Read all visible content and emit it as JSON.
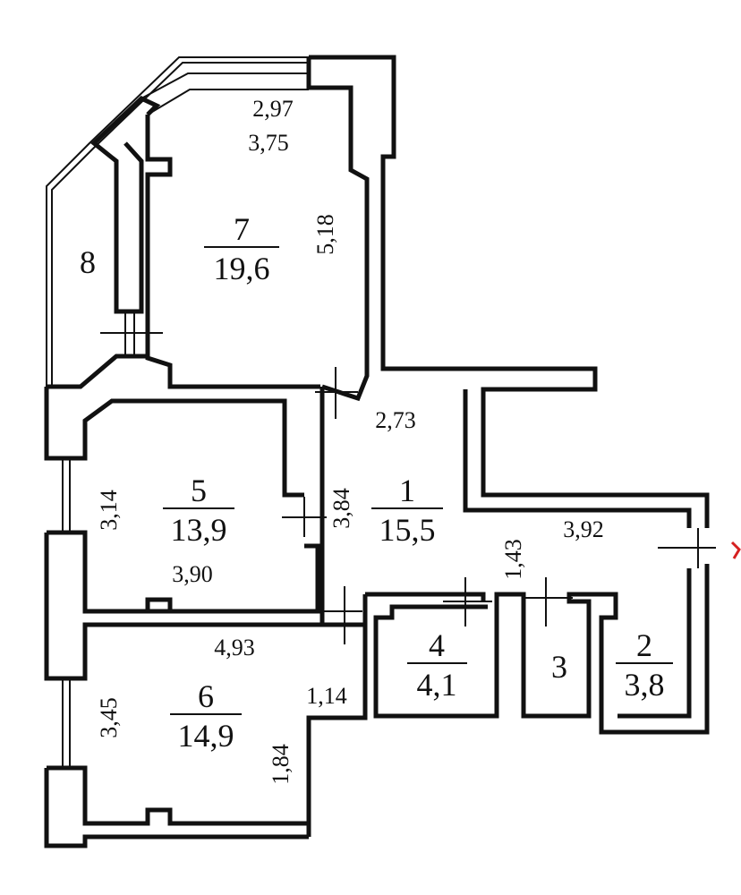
{
  "rooms": [
    {
      "id": "room-7",
      "number": "7",
      "area": "19,6"
    },
    {
      "id": "room-8",
      "number": "8",
      "area": ""
    },
    {
      "id": "room-5",
      "number": "5",
      "area": "13,9"
    },
    {
      "id": "room-1",
      "number": "1",
      "area": "15,5"
    },
    {
      "id": "room-6",
      "number": "6",
      "area": "14,9"
    },
    {
      "id": "room-4",
      "number": "4",
      "area": "4,1"
    },
    {
      "id": "room-3",
      "number": "3",
      "area": ""
    },
    {
      "id": "room-2",
      "number": "2",
      "area": "3,8"
    }
  ],
  "dimensions": {
    "d_297": "2,97",
    "d_375": "3,75",
    "d_518": "5,18",
    "d_273": "2,73",
    "d_314": "3,14",
    "d_384": "3,84",
    "d_390": "3,90",
    "d_143": "1,43",
    "d_392": "3,92",
    "d_493": "4,93",
    "d_345": "3,45",
    "d_114": "1,14",
    "d_184": "1,84"
  },
  "colors": {
    "ink": "#111111",
    "background": "#ffffff",
    "edge_mark": "#d62020"
  }
}
